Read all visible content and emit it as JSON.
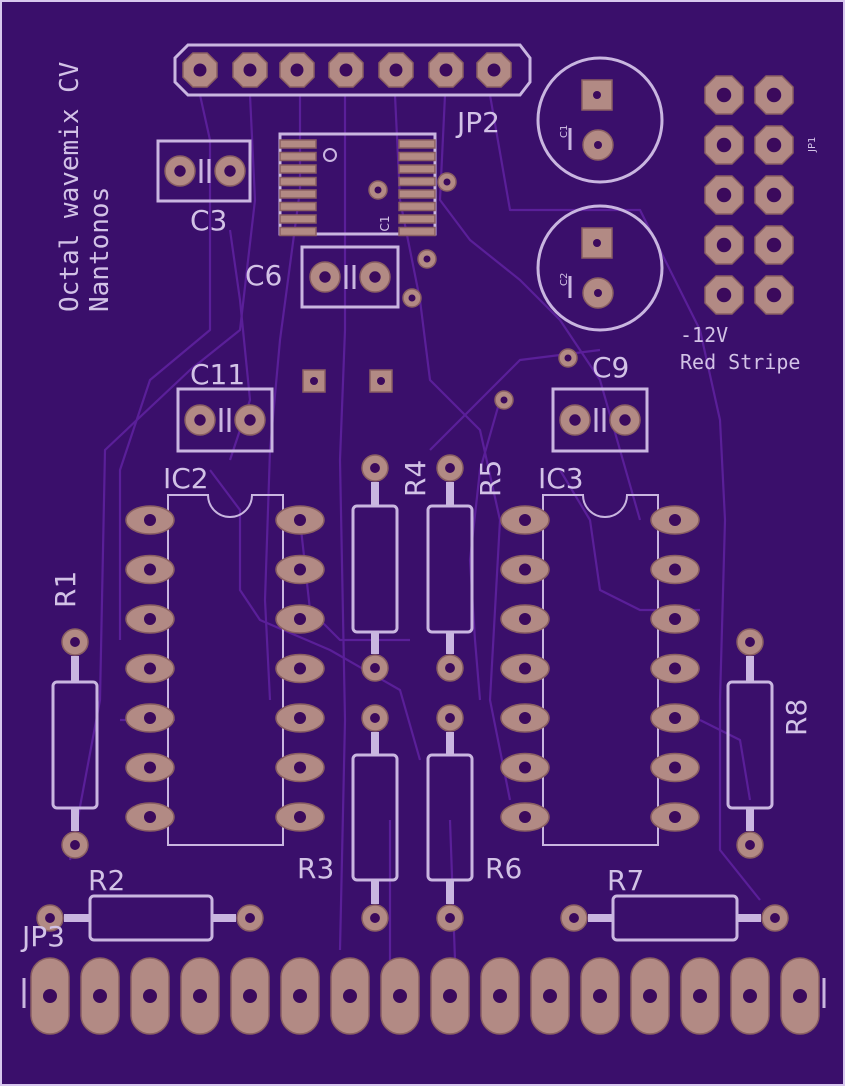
{
  "board": {
    "title_line1": "Octal wavemix CV",
    "title_line2": "Nantonos",
    "power_note_line1": "-12V",
    "power_note_line2": "Red Stripe",
    "colors": {
      "substrate": "#3a0f6b",
      "silkscreen": "#c9b6e0",
      "copper_pad": "#b28a84",
      "trace": "#5a1f99"
    }
  },
  "labels": {
    "jp2": "JP2",
    "jp1": "JP1",
    "jp3": "JP3",
    "c1": "C1",
    "c2": "C2",
    "c3": "C3",
    "c6": "C6",
    "c9": "C9",
    "c11": "C11",
    "ic1": "IC1",
    "ic2": "IC2",
    "ic3": "IC3",
    "r1": "R1",
    "r2": "R2",
    "r3": "R3",
    "r4": "R4",
    "r5": "R5",
    "r6": "R6",
    "r7": "R7",
    "r8": "R8"
  }
}
